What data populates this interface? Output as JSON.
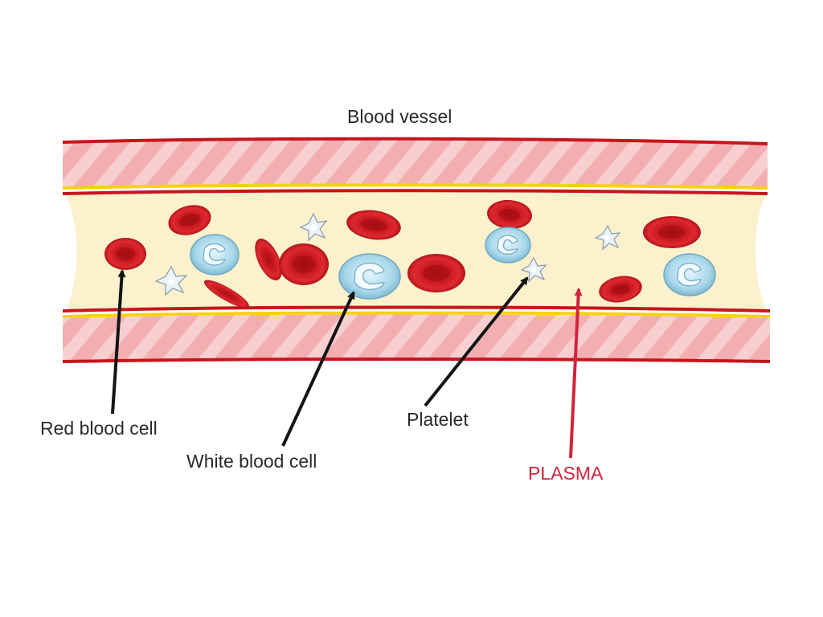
{
  "title": "Blood vessel",
  "labels": {
    "red_blood_cell": "Red blood cell",
    "white_blood_cell": "White blood cell",
    "platelet": "Platelet",
    "plasma": "PLASMA"
  },
  "colors": {
    "vessel_wall": "#f2aeb1",
    "vessel_wall_stripe": "#f8cfd1",
    "vessel_edge": "#c8141b",
    "inner_lining": "#f5d20f",
    "plasma": "#fbf1cd",
    "red_cell": "#c4141c",
    "white_cell": "#a9d8ea",
    "white_cell_nucleus": "#f4fbfe",
    "platelet": "#eaf3f8",
    "label_text": "#2a2a2a",
    "plasma_label": "#d0243b",
    "pointer_arrow": "#141414",
    "plasma_arrow": "#d0243b"
  }
}
